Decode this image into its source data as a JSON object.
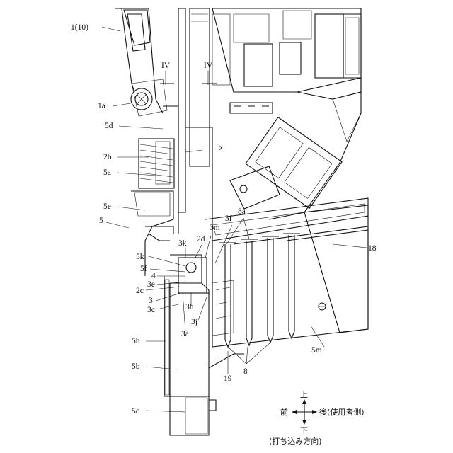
{
  "labels": {
    "l_1_10": "1(10)",
    "l_1a": "1a",
    "l_5d": "5d",
    "l_2b": "2b",
    "l_5a": "5a",
    "l_5e": "5e",
    "l_5": "5",
    "l_5k": "5k",
    "l_5f": "5f",
    "l_4": "4",
    "l_3e": "3e",
    "l_2c": "2c",
    "l_3": "3",
    "l_3c": "3c",
    "l_5h": "5h",
    "l_5b": "5b",
    "l_5c": "5c",
    "l_IV_left": "IV",
    "l_IV_right": "IV",
    "l_2": "2",
    "l_3k": "3k",
    "l_2d": "2d",
    "l_3m": "3m",
    "l_3f": "3f",
    "l_8a": "8a",
    "l_18": "18",
    "l_3h": "3h",
    "l_3j": "3j",
    "l_3a": "3a",
    "l_19": "19",
    "l_8": "8",
    "l_5m": "5m"
  },
  "direction_legend": {
    "up": "上",
    "front": "前",
    "back": "後(使用者側)",
    "down": "下",
    "drive_direction": "(打ち込み方向)"
  }
}
